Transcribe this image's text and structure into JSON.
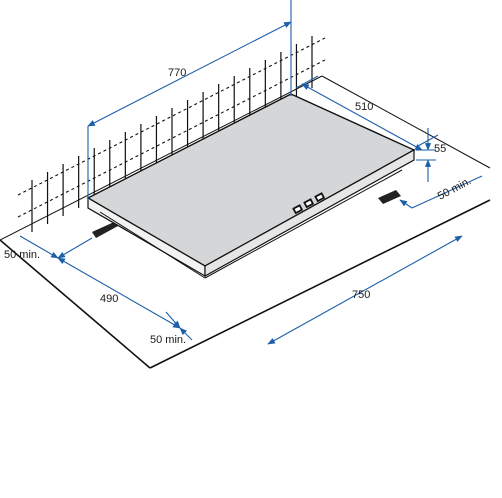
{
  "dimensions": {
    "width": "770",
    "depth": "510",
    "height": "55",
    "cut_depth": "490",
    "cut_width": "750",
    "clearance_left": "50 min.",
    "clearance_front": "50 min.",
    "clearance_right": "50 min."
  },
  "colors": {
    "dimension_line": "#1d5fa8",
    "hob_top": "#d4d6d8",
    "hob_side": "#f2f2f2",
    "outline": "#111111"
  }
}
